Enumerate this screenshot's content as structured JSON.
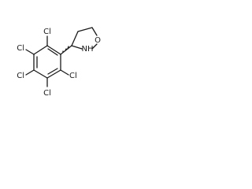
{
  "molecule": {
    "atoms": {
      "cl_top": "Cl",
      "cl_upper_left": "Cl",
      "cl_lower_left": "Cl",
      "cl_bottom": "Cl",
      "cl_right": "Cl",
      "nh": "NH",
      "o": "O"
    }
  },
  "colors": {
    "bond": "#1a1a1a",
    "label": "#1a1a1a",
    "background": "#ffffff"
  }
}
